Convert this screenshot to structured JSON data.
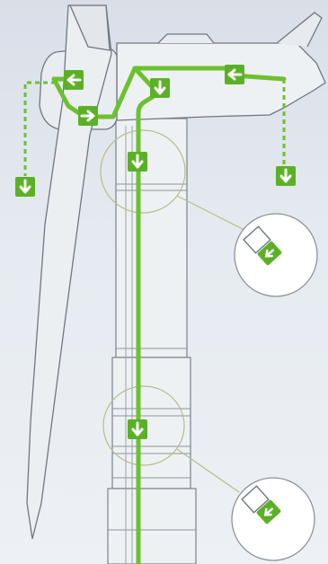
{
  "diagram": {
    "subject": "wind-turbine-evacuation-route",
    "colors": {
      "background": "#dde3ea",
      "outline": "#6f7781",
      "structure_fill": "#eef1f4",
      "route": "#6cc12f",
      "sign_bg": "#5bb125",
      "detail_ring": "#b8bc84"
    },
    "signs": [
      {
        "id": "nacelle-left-arrow",
        "icon": "arrow-left"
      },
      {
        "id": "hub-right-arrow",
        "icon": "arrow-right"
      },
      {
        "id": "nacelle-down-arrow",
        "icon": "arrow-down"
      },
      {
        "id": "nacelle-rear-left-arrow",
        "icon": "arrow-left"
      },
      {
        "id": "left-descent-arrow",
        "icon": "arrow-down"
      },
      {
        "id": "right-descent-arrow",
        "icon": "arrow-down"
      },
      {
        "id": "tower-top-arrow",
        "icon": "arrow-down"
      },
      {
        "id": "tower-middle-arrow",
        "icon": "arrow-down"
      }
    ],
    "detail_callouts": [
      {
        "id": "upper-detail",
        "icon": "emergency-exit-sign"
      },
      {
        "id": "lower-detail",
        "icon": "emergency-exit-sign"
      }
    ]
  }
}
